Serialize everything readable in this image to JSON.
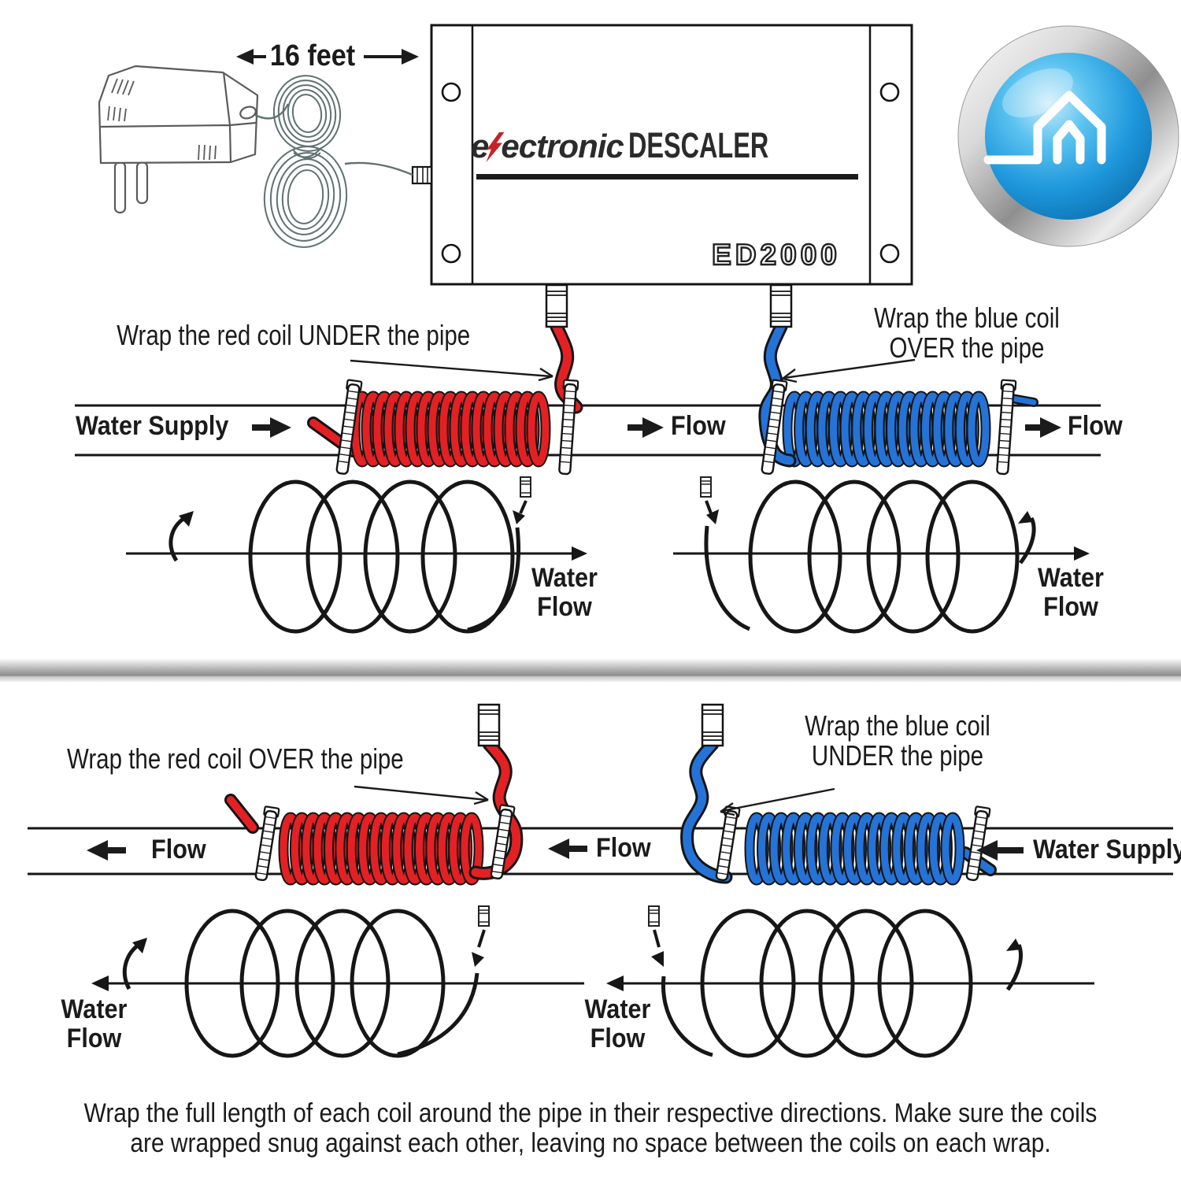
{
  "device": {
    "cord_length_label": "16 feet",
    "brand_pre": "e",
    "brand_post": "ectronic",
    "brand_suffix": "DESCALER",
    "model": "ED2000"
  },
  "labels": {
    "water_supply": "Water Supply",
    "flow": "Flow",
    "water": "Water"
  },
  "instructions": {
    "top_red": "Wrap the red coil UNDER the pipe",
    "top_blue_1": "Wrap the blue coil",
    "top_blue_2": "OVER the pipe",
    "bottom_red": "Wrap the red coil OVER the pipe",
    "bottom_blue_1": "Wrap the blue coil",
    "bottom_blue_2": "UNDER the pipe"
  },
  "footer": {
    "line1": "Wrap the full length of each coil around the pipe in their respective directions. Make sure the coils",
    "line2": "are wrapped snug against each other, leaving no space between the coils on each wrap."
  },
  "colors": {
    "red_coil": "#e32124",
    "blue_coil": "#2573d6",
    "lightning_red": "#c42328",
    "logo_blue": "#1e97dc"
  }
}
